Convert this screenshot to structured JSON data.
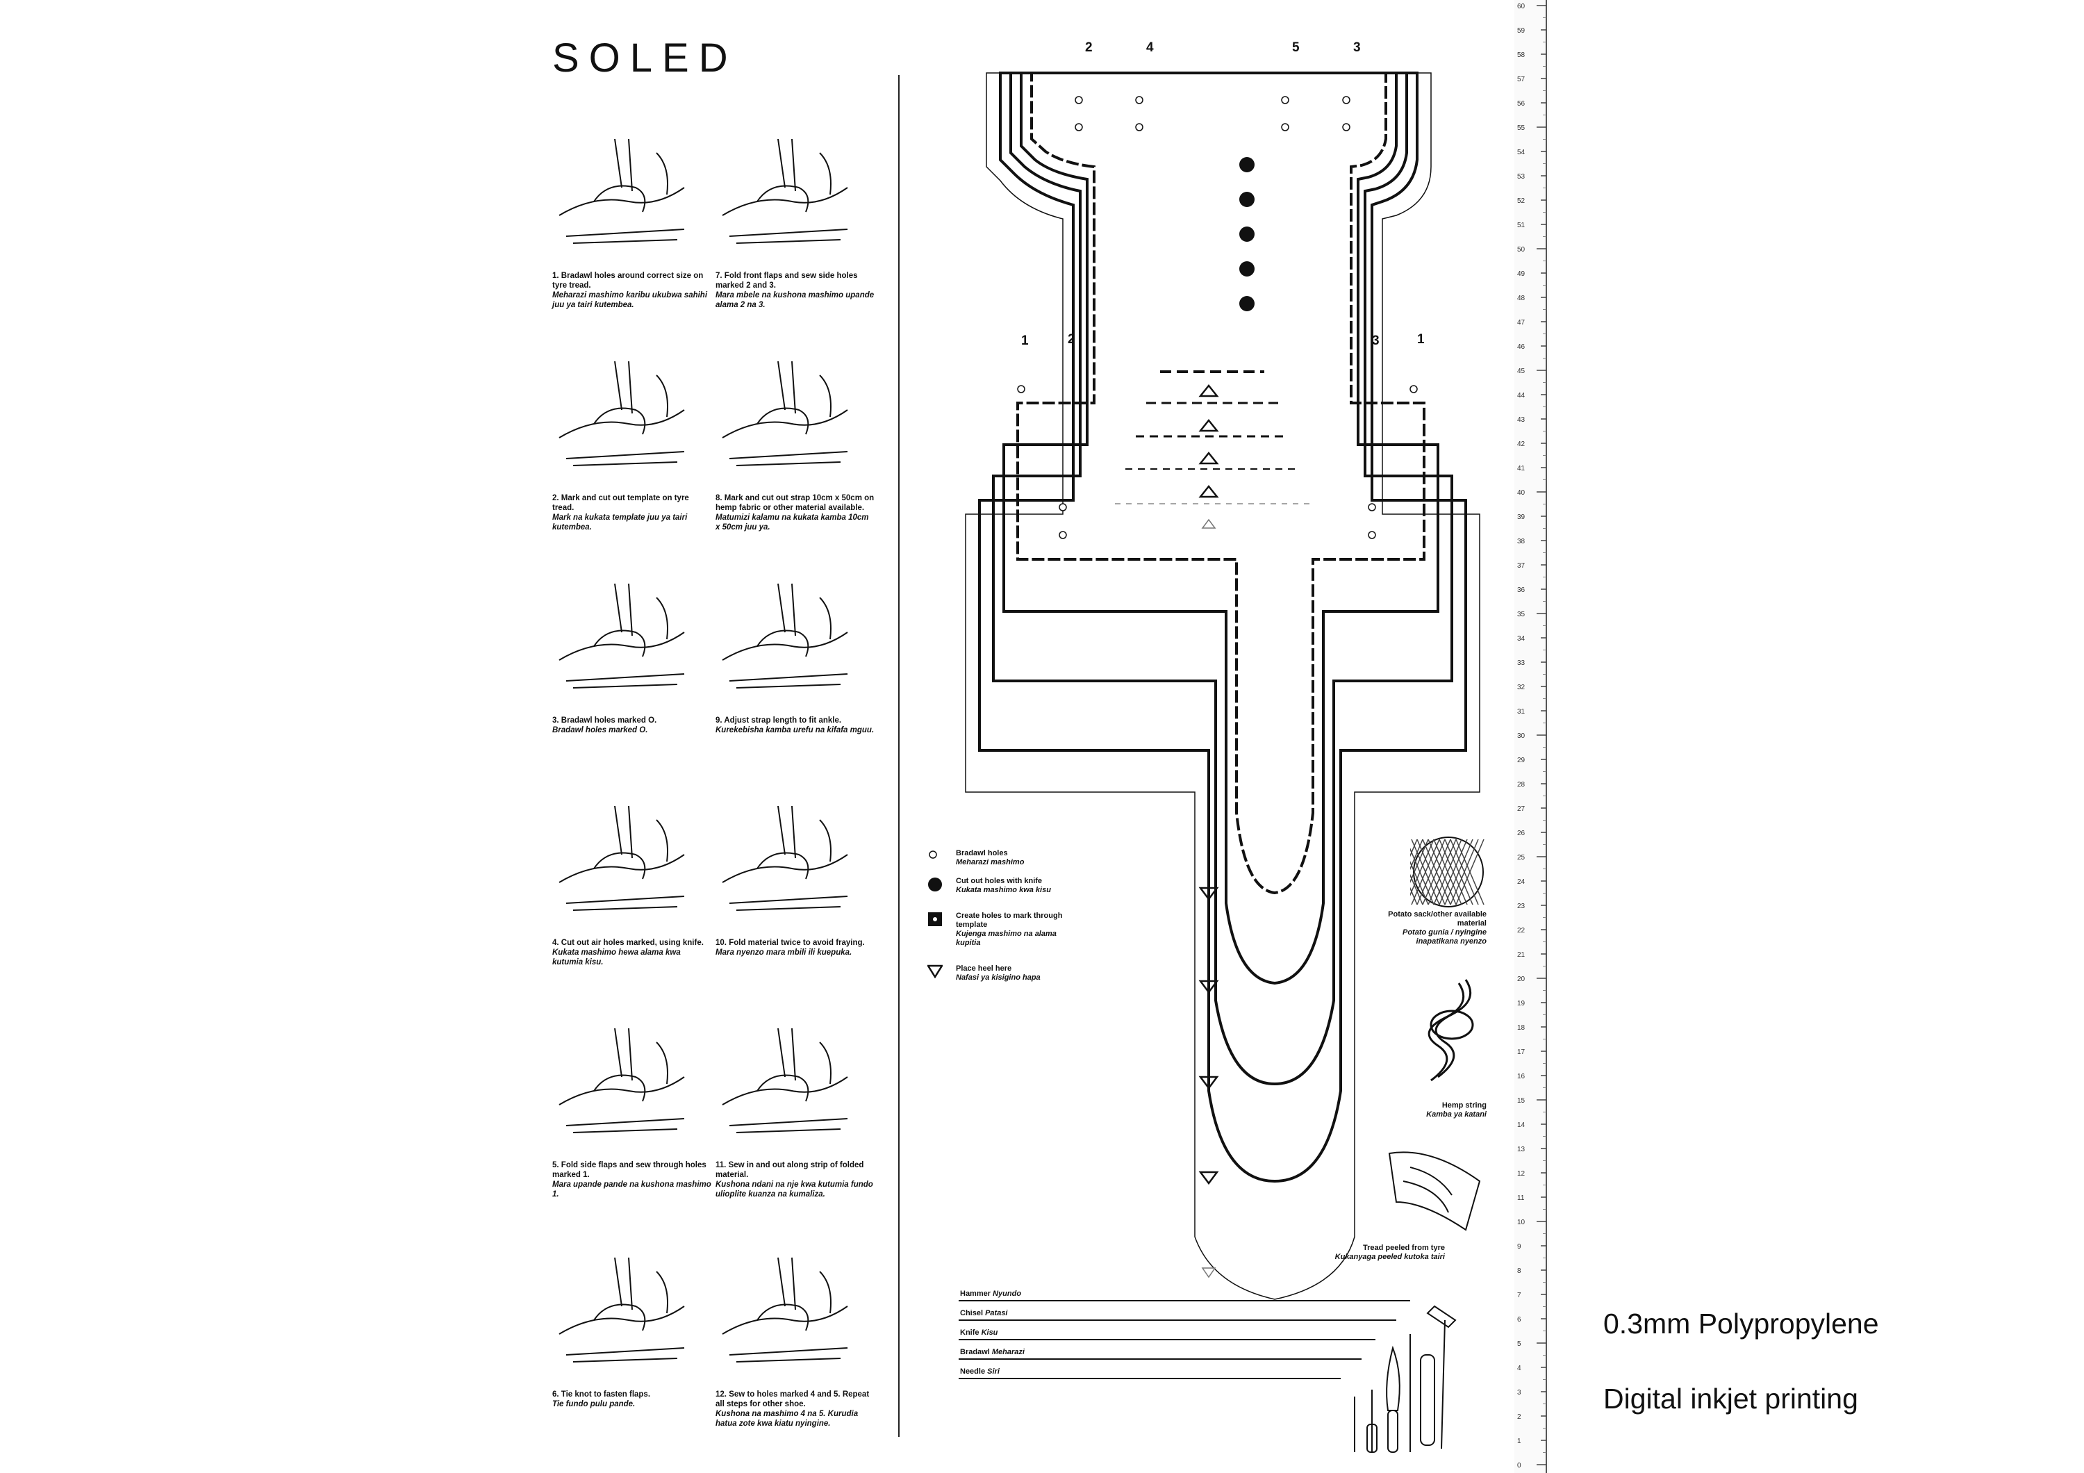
{
  "title": "SOLED",
  "steps": [
    {
      "num": "1.",
      "en": "Bradawl holes around correct size on tyre tread.",
      "sw": "Meharazi mashimo karibu ukubwa sahihi juu ya tairi kutembea."
    },
    {
      "num": "2.",
      "en": "Mark and cut out template on tyre tread.",
      "sw": "Mark na kukata template juu ya tairi kutembea."
    },
    {
      "num": "3.",
      "en": "Bradawl holes marked O.",
      "sw": "Bradawl holes marked O."
    },
    {
      "num": "4.",
      "en": "Cut out air holes marked, using knife.",
      "sw": "Kukata mashimo hewa alama kwa kutumia kisu."
    },
    {
      "num": "5.",
      "en": "Fold side flaps and sew through holes marked 1.",
      "sw": "Mara upande pande na kushona mashimo 1."
    },
    {
      "num": "6.",
      "en": "Tie knot to fasten flaps.",
      "sw": "Tie fundo pulu pande."
    },
    {
      "num": "7.",
      "en": "Fold front flaps and sew side holes marked 2 and 3.",
      "sw": "Mara mbele na kushona mashimo upande alama 2 na 3."
    },
    {
      "num": "8.",
      "en": "Mark and cut out strap 10cm x 50cm on hemp fabric or other material available.",
      "sw": "Matumizi kalamu na kukata kamba 10cm x 50cm juu ya."
    },
    {
      "num": "9.",
      "en": "Adjust strap length to fit ankle.",
      "sw": "Kurekebisha kamba urefu na kifafa mguu."
    },
    {
      "num": "10.",
      "en": "Fold material twice to avoid fraying.",
      "sw": "Mara nyenzo mara mbili ili kuepuka."
    },
    {
      "num": "11.",
      "en": "Sew in and out along strip of folded material.",
      "sw": "Kushona ndani na nje kwa kutumia fundo ulioplite kuanza na kumaliza."
    },
    {
      "num": "12.",
      "en": "Sew to holes marked 4 and 5. Repeat all steps for other shoe.",
      "sw": "Kushona na mashimo 4 na 5. Kurudia hatua zote kwa kiatu nyingine."
    }
  ],
  "legend": [
    {
      "en": "Bradawl holes",
      "sw": "Meharazi mashimo"
    },
    {
      "en": "Cut out holes with knife",
      "sw": "Kukata mashimo kwa kisu"
    },
    {
      "en": "Create holes to mark through template",
      "sw": "Kujenga mashimo na alama kupitia"
    },
    {
      "en": "Place heel here",
      "sw": "Nafasi ya kisigino hapa"
    }
  ],
  "materials": [
    {
      "en": "Potato sack/other available material",
      "sw": "Potato gunia / nyingine inapatikana nyenzo"
    },
    {
      "en": "Hemp string",
      "sw": "Kamba ya katani"
    },
    {
      "en": "Tread peeled from tyre",
      "sw": "Kukanyaga peeled kutoka tairi"
    }
  ],
  "tools": [
    {
      "en": "Hammer",
      "sw": "Nyundo"
    },
    {
      "en": "Chisel",
      "sw": "Patasi"
    },
    {
      "en": "Knife",
      "sw": "Kisu"
    },
    {
      "en": "Bradawl",
      "sw": "Meharazi"
    },
    {
      "en": "Needle",
      "sw": "Siri"
    }
  ],
  "top_marks": [
    "2",
    "4",
    "5",
    "3"
  ],
  "side_marks": [
    "1",
    "2",
    "3",
    "1"
  ],
  "spec_material": "0.3mm Polypropylene",
  "spec_print": "Digital inkjet printing",
  "ruler": {
    "min": 0,
    "max": 60,
    "unit": "cm"
  }
}
